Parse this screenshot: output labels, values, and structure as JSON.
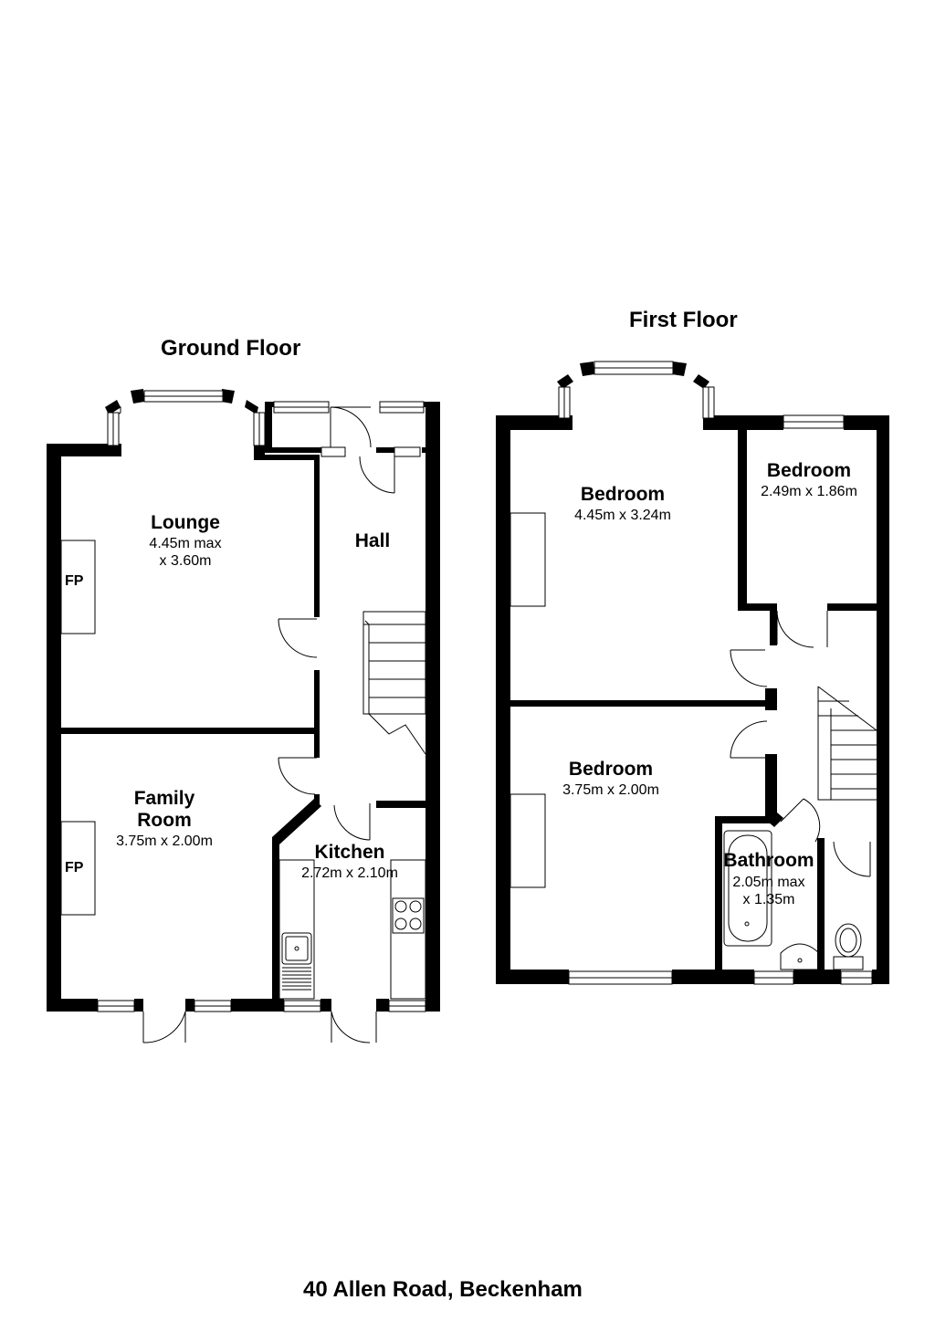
{
  "address": "40 Allen Road, Beckenham",
  "ground_floor": {
    "title": "Ground Floor",
    "rooms": {
      "lounge": {
        "name": "Lounge",
        "dims": [
          "4.45m max",
          "x 3.60m"
        ],
        "feature": "FP"
      },
      "hall": {
        "name": "Hall"
      },
      "family_room": {
        "name": [
          "Family",
          "Room"
        ],
        "dims": [
          "3.75m x 2.00m"
        ],
        "feature": "FP"
      },
      "kitchen": {
        "name": "Kitchen",
        "dims": [
          "2.72m x 2.10m"
        ]
      }
    }
  },
  "first_floor": {
    "title": "First Floor",
    "rooms": {
      "bedroom_front": {
        "name": "Bedroom",
        "dims": [
          "4.45m x 3.24m"
        ]
      },
      "bedroom_small": {
        "name": "Bedroom",
        "dims": [
          "2.49m x 1.86m"
        ]
      },
      "bedroom_rear": {
        "name": "Bedroom",
        "dims": [
          "3.75m x 2.00m"
        ]
      },
      "bathroom": {
        "name": "Bathroom",
        "dims": [
          "2.05m max",
          "x 1.35m"
        ]
      }
    }
  }
}
